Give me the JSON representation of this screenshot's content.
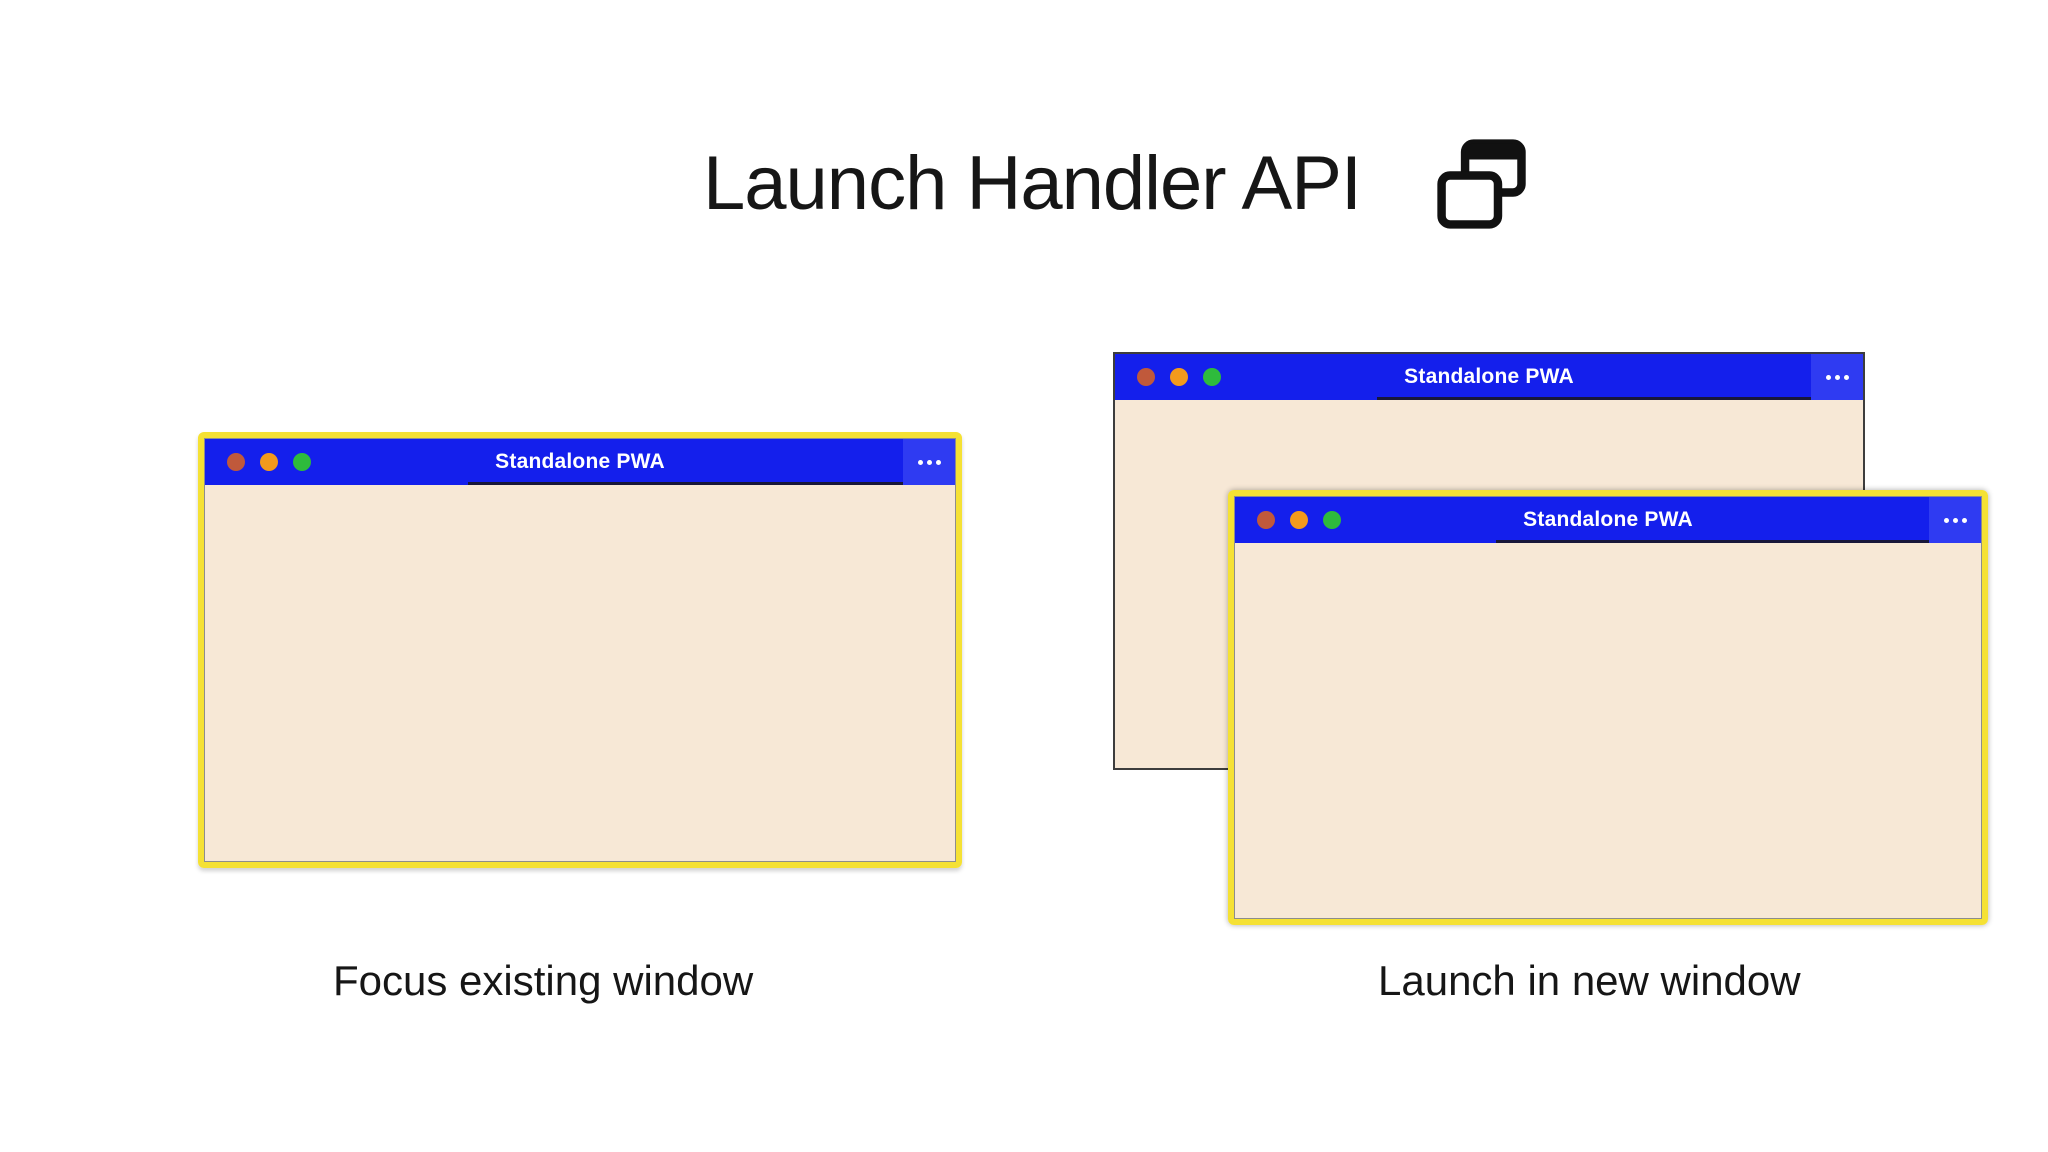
{
  "slide": {
    "title": "Launch Handler API",
    "title_icon": "overlapping-windows-icon"
  },
  "left_figure": {
    "caption": "Focus existing window",
    "window": {
      "title": "Standalone PWA",
      "traffic_lights": [
        "close",
        "minimize",
        "zoom"
      ],
      "menu_icon": "ellipsis-menu-icon",
      "highlighted": true
    }
  },
  "right_figure": {
    "caption": "Launch in new window",
    "back_window": {
      "title": "Standalone PWA",
      "traffic_lights": [
        "close",
        "minimize",
        "zoom"
      ],
      "menu_icon": "ellipsis-menu-icon",
      "highlighted": false
    },
    "front_window": {
      "title": "Standalone PWA",
      "traffic_lights": [
        "close",
        "minimize",
        "zoom"
      ],
      "menu_icon": "ellipsis-menu-icon",
      "highlighted": true
    }
  },
  "colors": {
    "titlebar_blue": "#141FEC",
    "titlebar_menu_blue": "#2F3BF2",
    "highlight_yellow": "#F5E134",
    "window_content_cream": "#F7E8D6",
    "traffic_red": "#C0593B",
    "traffic_orange": "#F39A1C",
    "traffic_green": "#2EBB3C",
    "back_window_border": "#3D3D3D",
    "text_black": "#161616",
    "background": "#FFFFFF"
  }
}
